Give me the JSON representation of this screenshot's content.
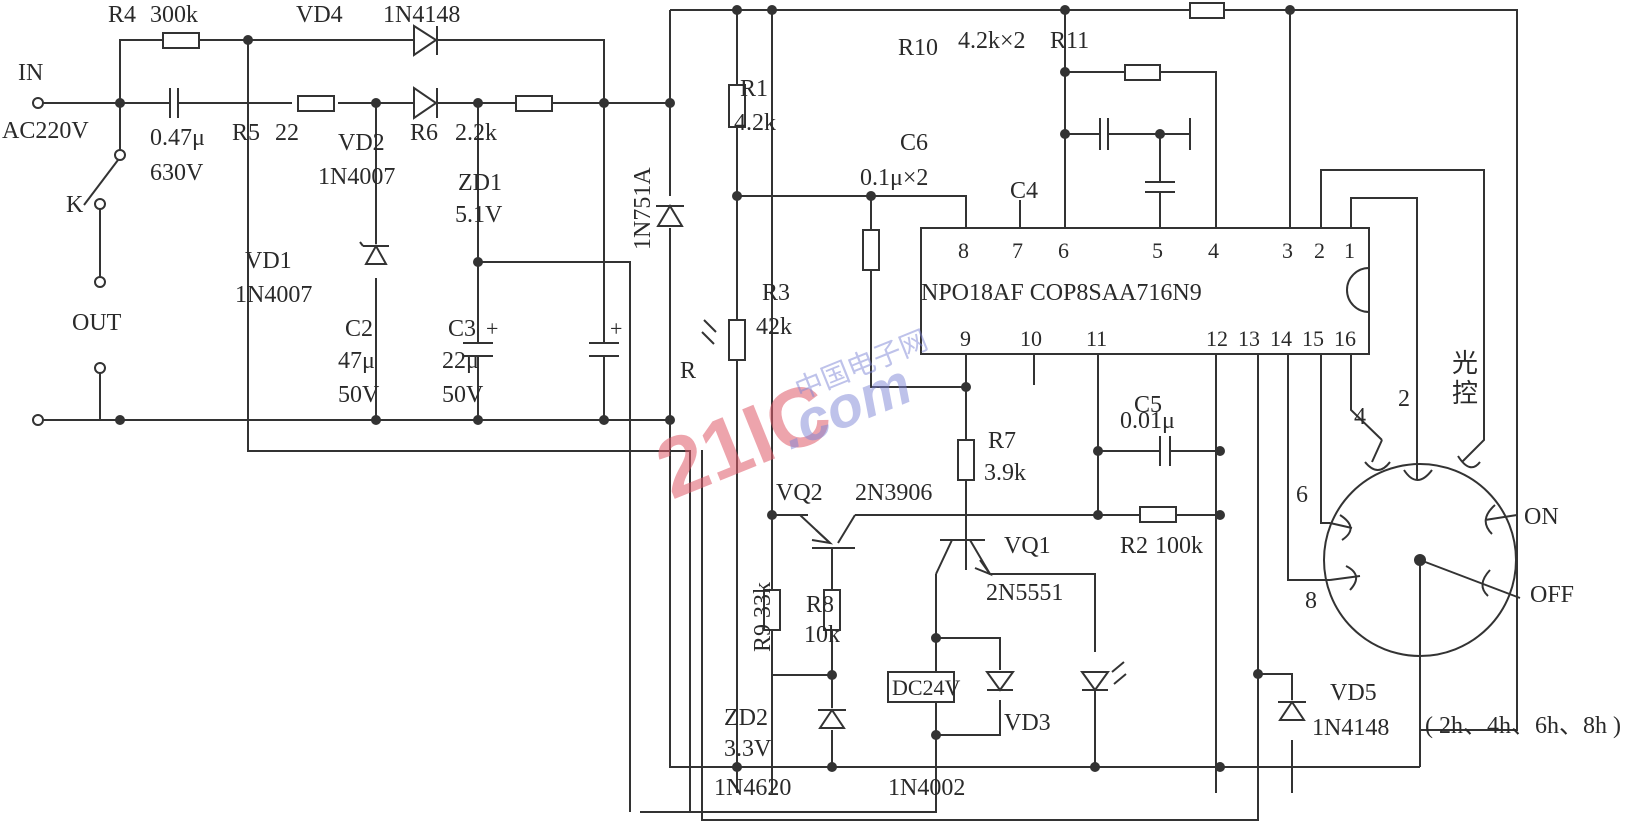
{
  "title": "Timer light-control switch circuit schematic",
  "terminals": {
    "in": "IN",
    "ac": "AC220V",
    "out": "OUT",
    "switch": "K"
  },
  "components": {
    "R4": {
      "ref": "R4",
      "value": "300k"
    },
    "C1": {
      "value": "0.47μ",
      "voltage": "630V"
    },
    "R5": {
      "ref": "R5",
      "value": "22"
    },
    "VD4": {
      "ref": "VD4",
      "part": "1N4148"
    },
    "VD2": {
      "ref": "VD2",
      "part": "1N4007"
    },
    "VD1": {
      "ref": "VD1",
      "part": "1N4007"
    },
    "R6": {
      "ref": "R6",
      "value": "2.2k"
    },
    "ZD1": {
      "ref": "ZD1",
      "value": "5.1V",
      "part": "1N751A"
    },
    "C2": {
      "ref": "C2",
      "value": "47μ",
      "voltage": "50V"
    },
    "C3": {
      "ref": "C3",
      "value": "22μ",
      "voltage": "50V"
    },
    "R1": {
      "ref": "R1",
      "value": "4.2k"
    },
    "R": {
      "ref": "R"
    },
    "R3": {
      "ref": "R3",
      "value": "42k"
    },
    "R10": {
      "ref": "R10"
    },
    "R10_R11_value": "4.2k×2",
    "R11": {
      "ref": "R11"
    },
    "C6": {
      "ref": "C6",
      "value": "0.1μ×2"
    },
    "C4": {
      "ref": "C4"
    },
    "C5": {
      "ref": "C5",
      "value": "0.01μ"
    },
    "R7": {
      "ref": "R7",
      "value": "3.9k"
    },
    "R2": {
      "ref": "R2",
      "value": "100k"
    },
    "VQ2": {
      "ref": "VQ2",
      "part": "2N3906"
    },
    "VQ1": {
      "ref": "VQ1",
      "part": "2N5551"
    },
    "R9": {
      "label": "R9 33k"
    },
    "R8": {
      "ref": "R8",
      "value": "10k"
    },
    "ZD2": {
      "ref": "ZD2",
      "value": "3.3V",
      "part": "1N4620"
    },
    "relay": {
      "label": "DC24V"
    },
    "VD3": {
      "ref": "VD3",
      "part": "1N4002"
    },
    "VD5": {
      "ref": "VD5",
      "part": "1N4148"
    }
  },
  "ic": {
    "name": "NPO18AF  COP8SAA716N9",
    "top_pins": [
      "8",
      "7",
      "6",
      "5",
      "4",
      "3",
      "2",
      "1"
    ],
    "bottom_pins": [
      "9",
      "10",
      "11",
      "12",
      "13",
      "14",
      "15",
      "16"
    ]
  },
  "selector": {
    "positions": [
      "4",
      "2",
      "6",
      "8"
    ],
    "light_control_1": "光",
    "light_control_2": "控",
    "on": "ON",
    "off": "OFF",
    "timer_note": "( 2h、4h、6h、8h )"
  },
  "watermark": {
    "brand": "21IC",
    "domain": ".com",
    "cn": "中国电子网"
  }
}
